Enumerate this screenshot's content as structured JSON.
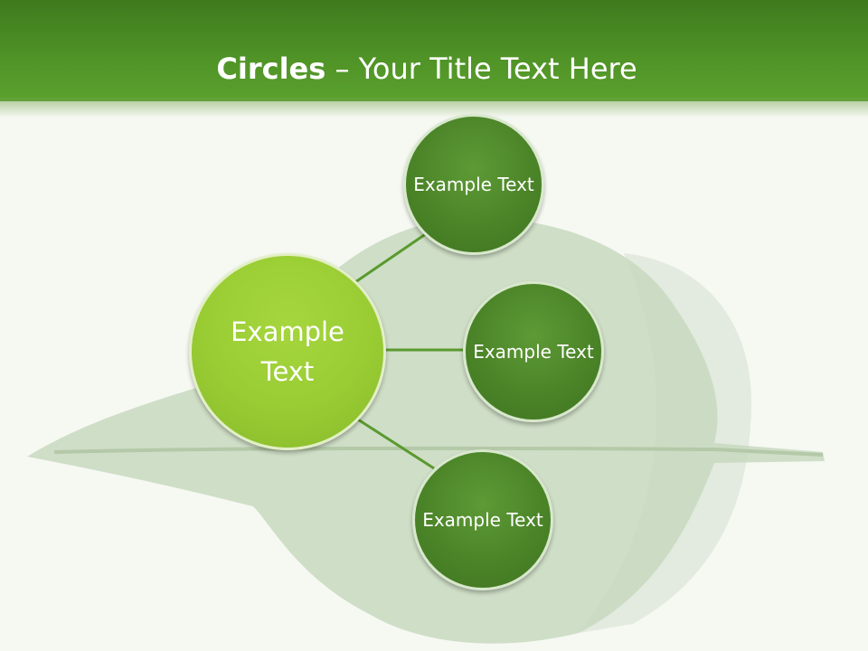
{
  "title": {
    "bold": "Circles",
    "rest": " – Your Title Text Here"
  },
  "diagram": {
    "center": {
      "label": "Example Text",
      "color": "#99cc33"
    },
    "branches": [
      {
        "label": "Example Text"
      },
      {
        "label": "Example Text"
      },
      {
        "label": "Example Text"
      }
    ],
    "branch_color": "#4b8428",
    "connector_color": "#5a9a2e"
  },
  "background": {
    "header_color": "#4a8c24",
    "leaf_color": "#c5d6bc"
  }
}
